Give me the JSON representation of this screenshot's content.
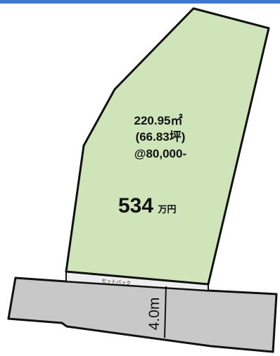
{
  "colors": {
    "top_bar": "#3a78d6",
    "lot_fill": "#cfe4b8",
    "road_fill": "#c8c8c8",
    "setback_fill": "#eeeeee",
    "outline": "#111111"
  },
  "lot": {
    "area": "220.95㎡",
    "tsubo": "(66.83坪)",
    "unit_price": "@80,000-",
    "price_number": "534",
    "price_unit": "万円"
  },
  "setback": {
    "label": "セットバック"
  },
  "road": {
    "width_label": "4.0m"
  }
}
